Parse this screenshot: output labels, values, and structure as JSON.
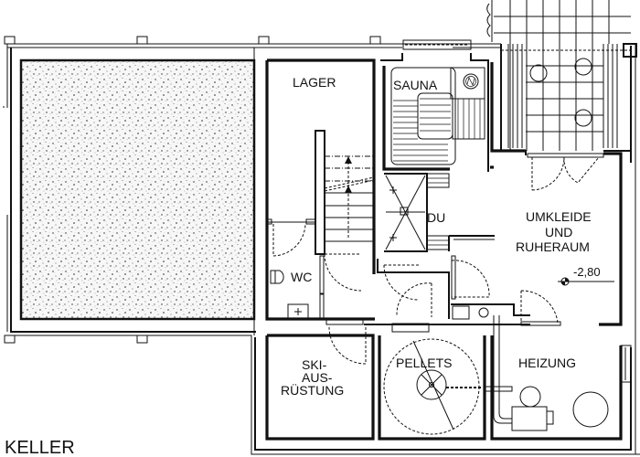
{
  "drawing": {
    "title": "KELLER",
    "type": "floor-plan",
    "rooms": {
      "lager": "LAGER",
      "sauna": "SAUNA",
      "du": "DU",
      "umkleide_line1": "UMKLEIDE",
      "umkleide_line2": "UND",
      "umkleide_line3": "RUHERAUM",
      "wc": "WC",
      "ski_line1": "SKI-",
      "ski_line2": "AUS-",
      "ski_line3": "RÜSTUNG",
      "pellets": "PELLETS",
      "heizung": "HEIZUNG"
    },
    "level_marker": "-2,80",
    "colors": {
      "line": "#111111",
      "background": "#ffffff",
      "hatch_dots": "#222222"
    }
  }
}
